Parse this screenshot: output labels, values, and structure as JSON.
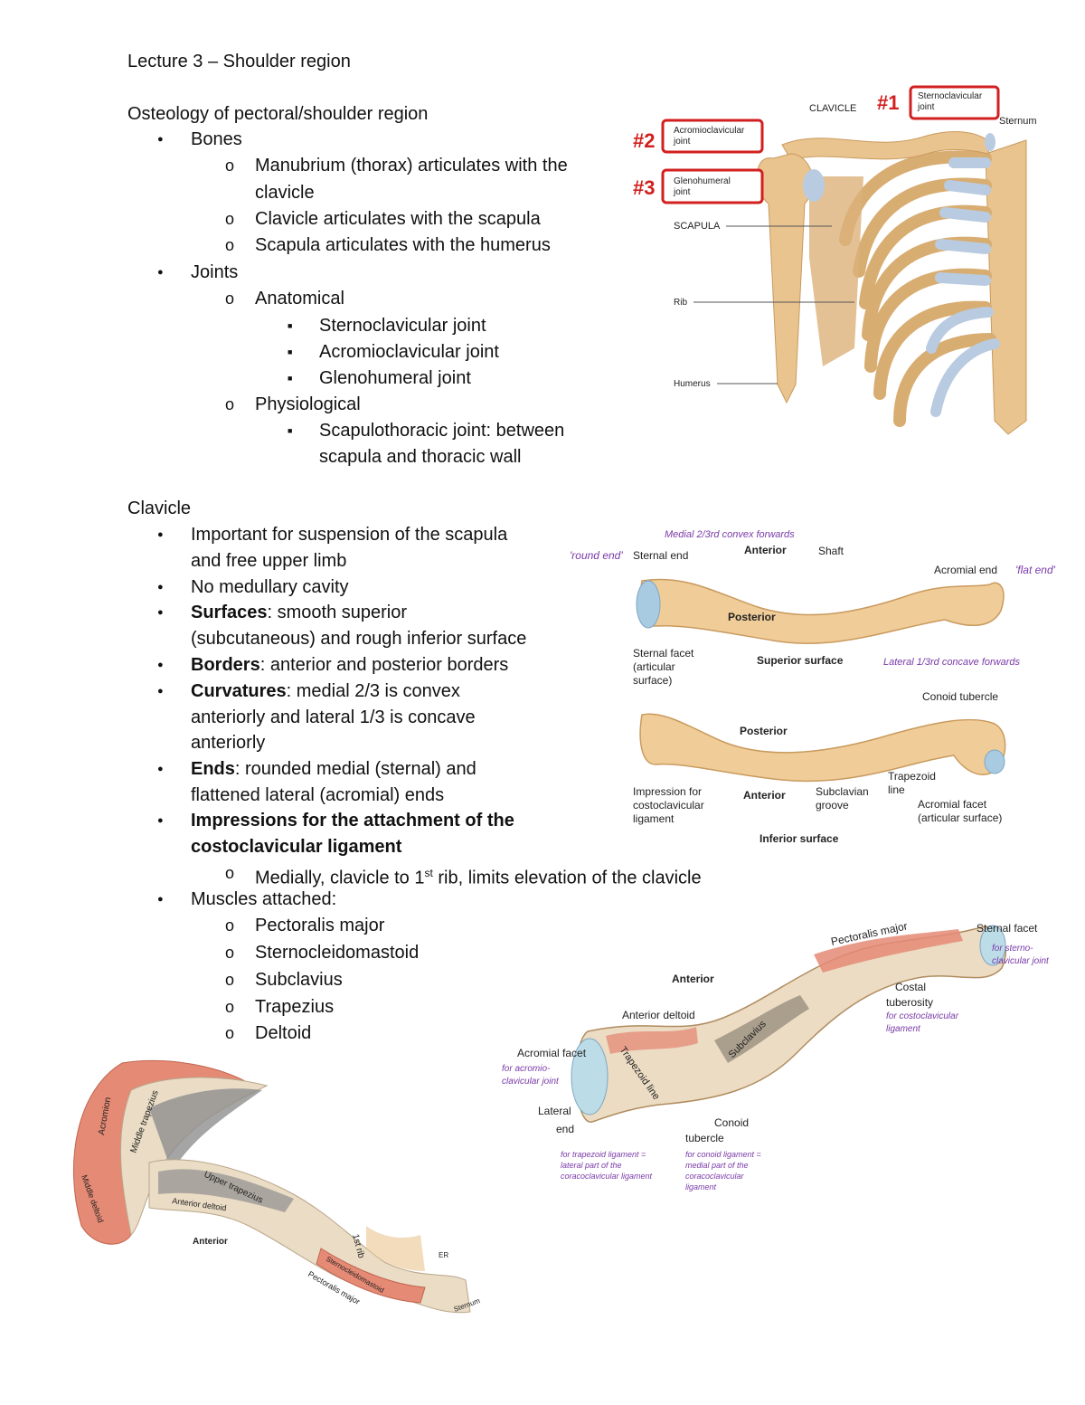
{
  "title": "Lecture 3 – Shoulder region",
  "osteology": {
    "heading": "Osteology of pectoral/shoulder region",
    "bones_label": "Bones",
    "bones": [
      "Manubrium (thorax) articulates with the",
      "clavicle",
      "Clavicle articulates with the scapula",
      "Scapula articulates with the humerus"
    ],
    "joints_label": "Joints",
    "anatomical_label": "Anatomical",
    "anatomical": [
      "Sternoclavicular joint",
      "Acromioclavicular joint",
      "Glenohumeral joint"
    ],
    "physiological_label": "Physiological",
    "physiological": [
      "Scapulothoracic joint: between",
      "scapula and thoracic wall"
    ]
  },
  "clavicle": {
    "heading": "Clavicle",
    "b1": [
      "Important for suspension of the scapula",
      "and free upper limb"
    ],
    "b2": "No medullary cavity",
    "b3_bold": "Surfaces",
    "b3": [
      ": smooth superior",
      "(subcutaneous) and rough inferior surface"
    ],
    "b4_bold": "Borders",
    "b4": ": anterior and posterior borders",
    "b5_bold": "Curvatures",
    "b5": [
      ": medial 2/3 is convex",
      "anteriorly and lateral 1/3 is concave",
      "anteriorly"
    ],
    "b6_bold": "Ends",
    "b6": [
      ": rounded medial (sternal) and",
      "flattened lateral (acromial) ends"
    ],
    "b7": [
      "Impressions for the attachment of the",
      "costoclavicular ligament"
    ],
    "b7_sub_pre": "Medially, clavicle to 1",
    "b7_sub_sup": "st",
    "b7_sub_post": " rib, limits elevation of the clavicle",
    "muscles_label": "Muscles attached:",
    "muscles": [
      "Pectoralis major",
      "Sternocleidomastoid",
      "Subclavius",
      "Trapezius",
      "Deltoid"
    ]
  },
  "fig1": {
    "clavicle": "CLAVICLE",
    "sternum": "Sternum",
    "scapula": "SCAPULA",
    "rib": "Rib",
    "humerus": "Humerus",
    "n1": "#1",
    "n2": "#2",
    "n3": "#3",
    "box1": [
      "Sternoclavicular",
      "joint"
    ],
    "box2": [
      "Acromioclavicular",
      "joint"
    ],
    "box3": [
      "Glenohumeral",
      "joint"
    ]
  },
  "fig2": {
    "medial": "Medial 2/3rd convex forwards",
    "anterior": "Anterior",
    "shaft": "Shaft",
    "round_end": "'round end'",
    "sternal_end": "Sternal end",
    "acromial_end": "Acromial end",
    "flat_end": "'flat end'",
    "posterior": "Posterior",
    "facet": [
      "Sternal facet",
      "(articular",
      "surface)"
    ],
    "superior_surface": "Superior surface",
    "lateral": "Lateral 1/3rd concave forwards",
    "conoid": "Conoid tubercle",
    "posterior2": "Posterior",
    "trapezoid": [
      "Trapezoid",
      "line"
    ],
    "impression": [
      "Impression for",
      "costoclavicular",
      "ligament"
    ],
    "anterior2": "Anterior",
    "subclavian": [
      "Subclavian",
      "groove"
    ],
    "acromial_facet": [
      "Acromial facet",
      "(articular surface)"
    ],
    "inferior_surface": "Inferior surface"
  },
  "fig3": {
    "pectoralis": "Pectoralis major",
    "sternal_facet": "Sternal facet",
    "for_sterno": [
      "for sterno-",
      "clavicular joint"
    ],
    "anterior": "Anterior",
    "costal": [
      "Costal",
      "tuberosity"
    ],
    "for_costo": [
      "for costoclavicular",
      "ligament"
    ],
    "ant_deltoid": "Anterior deltoid",
    "subclavius": "Subclavius",
    "acromial_facet": "Acromial facet",
    "for_acromio": [
      "for acromio-",
      "clavicular joint"
    ],
    "trapezoid": "Trapezoid line",
    "lateral": [
      "Lateral",
      "end"
    ],
    "conoid": [
      "Conoid",
      "tubercle"
    ],
    "for_trap": [
      "for trapezoid ligament =",
      "lateral part of the",
      "coracoclavicular ligament"
    ],
    "for_conoid": [
      "for conoid ligament =",
      "medial part of the",
      "coracoclavicular",
      "ligament"
    ]
  },
  "fig4": {
    "acromion": "Acromion",
    "middle_trap": "Middle trapezius",
    "middle_deltoid": "Middle deltoid",
    "upper_trap": "Upper trapezius",
    "ant_deltoid": "Anterior deltoid",
    "anterior": "Anterior",
    "first_rib": "1st rib",
    "sternocleidomastoid": "Sternocleidomastoid",
    "pect_major": "Pectoralis major",
    "er": "ER",
    "sternum": "Sternum"
  },
  "colors": {
    "bone": "#e9c48f",
    "bone_dark": "#c99a5e",
    "cartilage": "#b9cbe0",
    "muscle": "#e58a75",
    "red": "#d21f1f",
    "purple": "#7a3aa8"
  }
}
